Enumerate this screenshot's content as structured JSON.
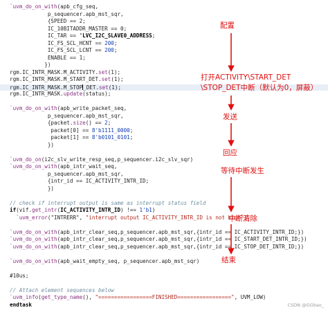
{
  "code_lines": [
    {
      "segments": [
        {
          "t": "`uvm_do_on_with",
          "c": "mac"
        },
        {
          "t": "(apb_cfg_seq,"
        }
      ]
    },
    {
      "segments": [
        {
          "t": "            p_sequencer.apb_mst_sqr,"
        }
      ]
    },
    {
      "segments": [
        {
          "t": "            {SPEED == 2;"
        }
      ]
    },
    {
      "segments": [
        {
          "t": "            IC_10BITADDR_MASTER == 0;"
        }
      ]
    },
    {
      "segments": [
        {
          "t": "            IC_TAR == "
        },
        {
          "t": "'LVC_I2C_SLAVE0_ADDRESS",
          "c": "bld"
        },
        {
          "t": ";"
        }
      ]
    },
    {
      "segments": [
        {
          "t": "            IC_FS_SCL_HCNT == "
        },
        {
          "t": "200",
          "c": "num"
        },
        {
          "t": ";"
        }
      ]
    },
    {
      "segments": [
        {
          "t": "            IC_FS_SCL_LCNT == "
        },
        {
          "t": "200",
          "c": "num"
        },
        {
          "t": ";"
        }
      ]
    },
    {
      "segments": [
        {
          "t": "            ENABLE == 1;"
        }
      ]
    },
    {
      "segments": [
        {
          "t": "           })"
        }
      ]
    },
    {
      "segments": [
        {
          "t": "rgm.IC_INTR_MASK.M_ACTIVITY."
        },
        {
          "t": "set",
          "c": "kw"
        },
        {
          "t": "(1);"
        }
      ]
    },
    {
      "segments": [
        {
          "t": "rgm.IC_INTR_MASK.M_START_DET."
        },
        {
          "t": "set",
          "c": "kw"
        },
        {
          "t": "(1);"
        }
      ]
    },
    {
      "segments": [
        {
          "t": "rgm.IC_INTR_MASK.M_STOP"
        },
        {
          "t": "|",
          "c": "cursor"
        },
        {
          "t": "_DET."
        },
        {
          "t": "set",
          "c": "kw"
        },
        {
          "t": "(1);"
        }
      ],
      "hl": true
    },
    {
      "segments": [
        {
          "t": "rgm.IC_INTR_MASK."
        },
        {
          "t": "update",
          "c": "kw"
        },
        {
          "t": "(status);"
        }
      ]
    },
    {
      "segments": [
        {
          "t": ""
        }
      ]
    },
    {
      "segments": [
        {
          "t": "`uvm_do_on_with",
          "c": "mac"
        },
        {
          "t": "(apb_write_packet_seq,"
        }
      ]
    },
    {
      "segments": [
        {
          "t": "            p_sequencer.apb_mst_sqr,"
        }
      ]
    },
    {
      "segments": [
        {
          "t": "            {packet."
        },
        {
          "t": "size",
          "c": "kw"
        },
        {
          "t": "() == "
        },
        {
          "t": "2",
          "c": "num"
        },
        {
          "t": ";"
        }
      ]
    },
    {
      "segments": [
        {
          "t": "             packet[0] == "
        },
        {
          "t": "8'b1111_0000",
          "c": "num"
        },
        {
          "t": ";"
        }
      ]
    },
    {
      "segments": [
        {
          "t": "             packet[1] == "
        },
        {
          "t": "8'b0101_0101",
          "c": "num"
        },
        {
          "t": ";"
        }
      ]
    },
    {
      "segments": [
        {
          "t": "            })"
        }
      ]
    },
    {
      "segments": [
        {
          "t": ""
        }
      ]
    },
    {
      "segments": [
        {
          "t": "`uvm_do_on",
          "c": "mac"
        },
        {
          "t": "(i2c_slv_write_resp_seq,p_sequencer.i2c_slv_sqr)"
        }
      ]
    },
    {
      "segments": [
        {
          "t": "`uvm_do_on_with",
          "c": "mac"
        },
        {
          "t": "(apb_intr_wait_seq,"
        }
      ]
    },
    {
      "segments": [
        {
          "t": "            p_sequencer.apb_mst_sqr,"
        }
      ]
    },
    {
      "segments": [
        {
          "t": "            {intr_id == IC_ACTIVITY_INTR_ID;"
        }
      ]
    },
    {
      "segments": [
        {
          "t": "            })"
        }
      ]
    },
    {
      "segments": [
        {
          "t": ""
        }
      ]
    },
    {
      "segments": [
        {
          "t": "// check if interrupt output is same as interrupt status field",
          "c": "cmt"
        }
      ]
    },
    {
      "segments": [
        {
          "t": "if",
          "c": "bld"
        },
        {
          "t": "(vif."
        },
        {
          "t": "get_intr",
          "c": "kw"
        },
        {
          "t": "("
        },
        {
          "t": "IC_ACTIVITY_INTR_ID",
          "c": "bld"
        },
        {
          "t": ") !== "
        },
        {
          "t": "1'b1",
          "c": "num"
        },
        {
          "t": ")"
        }
      ]
    },
    {
      "segments": [
        {
          "t": "  `uvm_error",
          "c": "mac"
        },
        {
          "t": "(\"INTRERR\", "
        },
        {
          "t": "\"interrupt output IC_ACTIVITY_INTR_ID is not high\"",
          "c": "str"
        },
        {
          "t": ")"
        }
      ]
    },
    {
      "segments": [
        {
          "t": ""
        }
      ]
    },
    {
      "segments": [
        {
          "t": "`uvm_do_on_with",
          "c": "mac"
        },
        {
          "t": "(apb_intr_clear_seq,p_sequencer.apb_mst_sqr,{intr_id == IC_ACTIVITY_INTR_ID;})"
        }
      ]
    },
    {
      "segments": [
        {
          "t": "`uvm_do_on_with",
          "c": "mac"
        },
        {
          "t": "(apb_intr_clear_seq,p_sequencer.apb_mst_sqr,{intr_id == IC_START_DET_INTR_ID;})"
        }
      ]
    },
    {
      "segments": [
        {
          "t": "`uvm_do_on_with",
          "c": "mac"
        },
        {
          "t": "(apb_intr_clear_seq,p_sequencer.apb_mst_sqr,{intr_id == IC_STOP_DET_INTR_ID;})"
        }
      ]
    },
    {
      "segments": [
        {
          "t": ""
        }
      ]
    },
    {
      "segments": [
        {
          "t": "`uvm_do_on_with",
          "c": "mac"
        },
        {
          "t": "(apb_wait_empty_seq, p_sequencer.apb_mst_sqr)"
        }
      ]
    },
    {
      "segments": [
        {
          "t": ""
        }
      ]
    },
    {
      "segments": [
        {
          "t": "#10us;"
        }
      ]
    },
    {
      "segments": [
        {
          "t": ""
        }
      ]
    },
    {
      "segments": [
        {
          "t": "// Attach element sequences below",
          "c": "cmt"
        }
      ]
    },
    {
      "segments": [
        {
          "t": "`uvm_info",
          "c": "mac"
        },
        {
          "t": "("
        },
        {
          "t": "get_type_name",
          "c": "kw"
        },
        {
          "t": "(), "
        },
        {
          "t": "\"=================FINISHED=================\"",
          "c": "str"
        },
        {
          "t": ", UVM_LOW)"
        }
      ]
    },
    {
      "segments": [
        {
          "t": "endtask",
          "c": "bld"
        }
      ]
    }
  ],
  "annotations": {
    "config": "配置",
    "open_interrupt_line1": "打开ACTIVITY\\START_DET",
    "open_interrupt_line2": "\\STOP_DET中断（默认为0，屏蔽）",
    "send": "发送",
    "respond": "回应",
    "wait_interrupt": "等待中断发生",
    "clear_interrupt": "中断清除",
    "end": "结束"
  },
  "footer": "CSDN @GGbao_",
  "colors": {
    "annotation": "#e01010",
    "comment": "#6f8f9f",
    "macro": "#8a2f80",
    "number": "#0b3bb0",
    "string": "#b0281c",
    "highlight_line": "#e8eef6"
  }
}
